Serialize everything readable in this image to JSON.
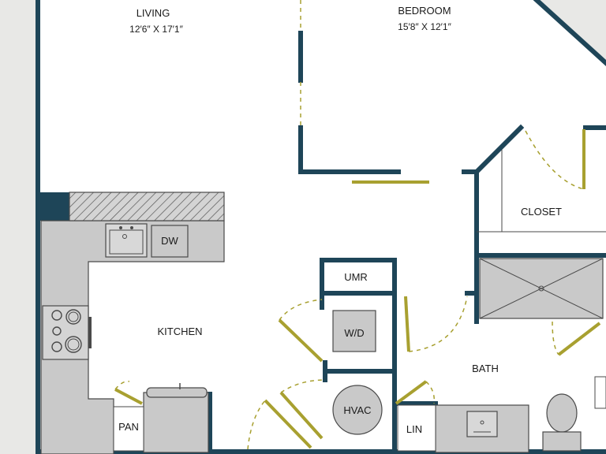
{
  "colors": {
    "wall": "#1e4558",
    "door": "#a8a030",
    "fixture": "#c9c9c9",
    "fixture_stroke": "#4a4a4a",
    "floor": "#ffffff",
    "background": "#e8e8e6"
  },
  "rooms": {
    "living": {
      "name": "LIVING",
      "dims": "12′6″ X 17′1″"
    },
    "bedroom": {
      "name": "BEDROOM",
      "dims": "15′8″ X 12′1″"
    },
    "closet": {
      "name": "CLOSET"
    },
    "kitchen": {
      "name": "KITCHEN"
    },
    "bath": {
      "name": "BATH"
    },
    "umr": {
      "name": "UMR"
    },
    "pan": {
      "name": "PAN"
    },
    "lin": {
      "name": "LIN"
    }
  },
  "fixtures": {
    "dishwasher": "DW",
    "washer_dryer": "W/D",
    "hvac": "HVAC"
  }
}
